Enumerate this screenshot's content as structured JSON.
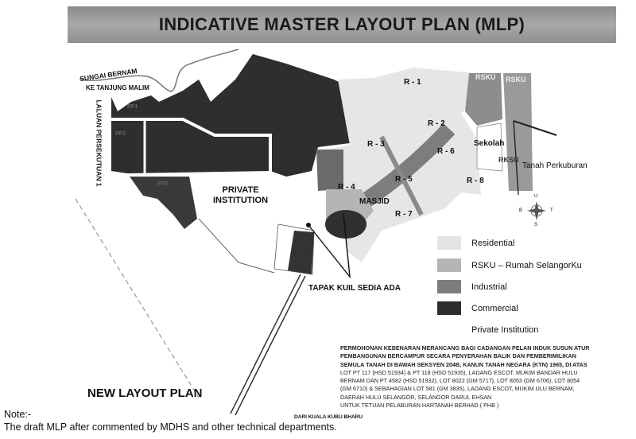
{
  "title": "INDICATIVE MASTER LAYOUT PLAN (MLP)",
  "map_labels": {
    "river": "SUNGAI BERNAM",
    "to_town": "KE TANJUNG MALIM",
    "federal_route": "LALUAN PERSEKUTUAN 1",
    "private_institution": "PRIVATE\nINSTITUTION",
    "r1": "R - 1",
    "r2": "R - 2",
    "r3": "R - 3",
    "r4": "R - 4",
    "r5": "R - 5",
    "r6": "R - 6",
    "r7": "R - 7",
    "r8": "R - 8",
    "rsku_top1": "RSKU",
    "rsku_top2": "RSKU",
    "rsku_mid": "RKSU",
    "school": "Sekolah",
    "cemetery": "Tanah Perkuburan",
    "mosque": "MASJID",
    "temple_site": "TAPAK KUIL SEDIA ADA",
    "from_town": "DARI KUALA KUBU BHARU",
    "plan_title": "NEW LAYOUT PLAN",
    "pp1": "PP1",
    "pp2": "PP2",
    "pp3": "PP3",
    "compass": {
      "north": "U",
      "south": "S",
      "east": "T",
      "west": "B"
    }
  },
  "legend": [
    {
      "label": "Residential",
      "color": "#e4e4e4"
    },
    {
      "label": "RSKU – Rumah SelangorKu",
      "color": "#b5b5b5"
    },
    {
      "label": "Industrial",
      "color": "#7d7d7d"
    },
    {
      "label": "Commercial",
      "color": "#2e2e2e"
    },
    {
      "label": "Private Institution",
      "color": "#ffffff"
    }
  ],
  "application_text": [
    "PERMOHONAN KEBENARAN MERANCANG BAGI CADANGAN PELAN INDUK SUSUN ATUR",
    "PEMBANGUNAN BERCAMPUR SECARA PENYERAHAN BALIK DAN PEMBERIMILIKAN",
    "SEMULA TANAH DI BAWAH SEKSYEN 204B, KANUN TANAH NEGARA (KTN) 1965, DI ATAS",
    "LOT PT 117 (HSD 51934) & PT 118 (HSD 51935), LADANG ESCOT, MUKIM BANDAR HULU",
    "BERNAM DAN PT 4582 (HSD 51932), LOT 8022 (GM 5717), LOT 8053 (GM 6706), LOT 8054",
    "(GM 6710) & SEBAHAGIAN LOT 581 (GM 3835), LADANG ESCOT, MUKIM ULU BERNAM,",
    "DAERAH HULU SELANGOR, SELANGOR DARUL EHSAN",
    "UNTUK TETUAN PELABURAN HARTANAH BERHAD ( PHB )"
  ],
  "note": {
    "heading": "Note:-",
    "text": "The draft MLP after commented by MDHS and other technical departments."
  }
}
